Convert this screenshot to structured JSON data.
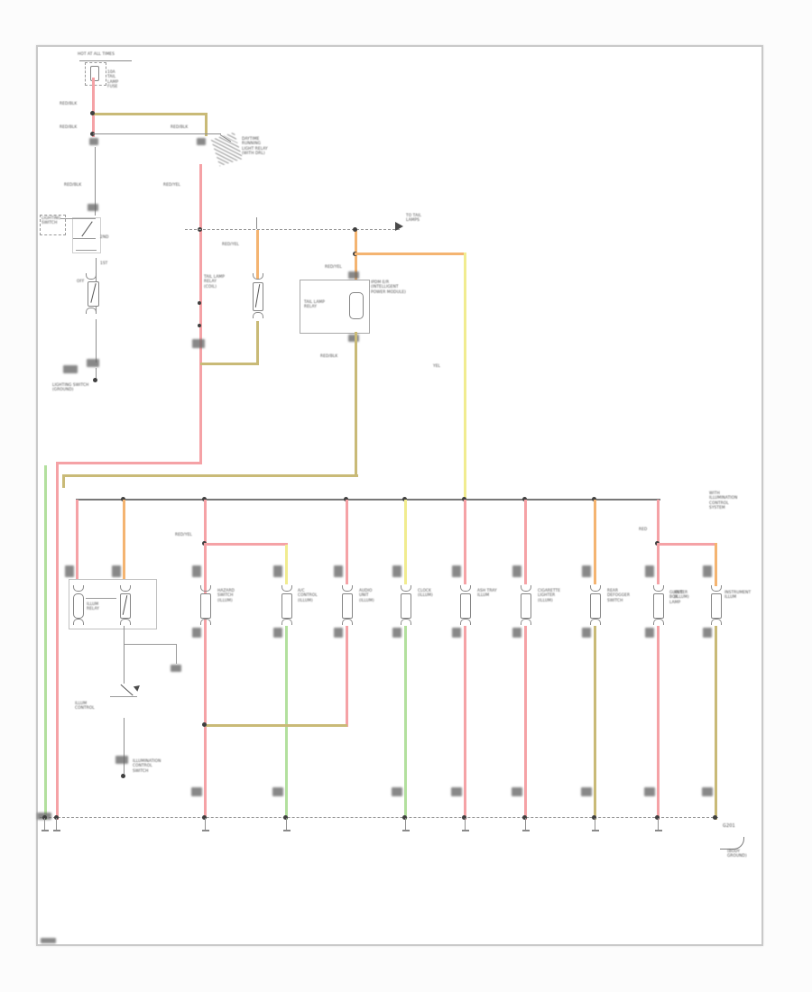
{
  "colors": {
    "pink": "#f5a2a6",
    "orange": "#f4b471",
    "tan": "#c9ba77",
    "yellow": "#f1ec90",
    "green": "#b3e09e",
    "gray_wire": "#8f8f8f",
    "bus": "#787878",
    "border": "#c9c9c9",
    "text": "#4c4c4c"
  },
  "labels": {
    "hot": "HOT AT ALL TIMES",
    "fuse": "10A\nTAIL\nLAMP\nFUSE",
    "rb1": "RED/BLK",
    "rb2": "RED/BLK",
    "rb3": "RED/BLK",
    "rb4": "RED/BLK",
    "rb5": "RED/BLK",
    "ry1": "RED/YEL",
    "ry2": "RED/YEL",
    "ry3": "RED/YEL",
    "ry4": "RED/YEL",
    "yel": "YEL",
    "red": "RED",
    "drl_relay": "DAYTIME\nRUNNING\nLIGHT RELAY\n(WITH DRL)",
    "lighting_switch": "LIGHTING\nSWITCH",
    "pos_2nd": "2ND",
    "pos_1st": "1ST",
    "pos_off": "OFF",
    "switch_ground": "LIGHTING SWITCH\n(GROUND)",
    "tail_relay_coil": "TAIL LAMP\nRELAY\n(COIL)",
    "box_relay": "TAIL LAMP\nRELAY",
    "ipdm": "IPDM E/R\n(INTELLIGENT\nPOWER MODULE)",
    "arrow_note": "TO TAIL\nLAMPS",
    "corner_note": "WITH\nILLUMINATION\nCONTROL\nSYSTEM",
    "illum_relay": "ILLUM\nRELAY",
    "illum_control": "ILLUM\nCONTROL",
    "illum_switch": "ILLUMINATION\nCONTROL\nSWITCH",
    "ground_id": "G201",
    "ground_note": "(BODY\nGROUND)"
  },
  "loads": {
    "c228": "HAZARD\nSWITCH\n(ILLUM)",
    "c317": "A/C\nCONTROL\n(ILLUM)",
    "c385": "AUDIO\nUNIT\n(ILLUM)",
    "c450": "CLOCK\n(ILLUM)",
    "c516": "ASH TRAY\nILLUM",
    "c583": "CIGARETTE\nLIGHTER\n(ILLUM)",
    "c660": "REAR\nDEFOGGER\nSWITCH",
    "c730": "GLOVE\nBOX\nLAMP",
    "c793l": "METER\n(ILLUM)",
    "c793r": "INSTRUMENT\nILLUM"
  }
}
